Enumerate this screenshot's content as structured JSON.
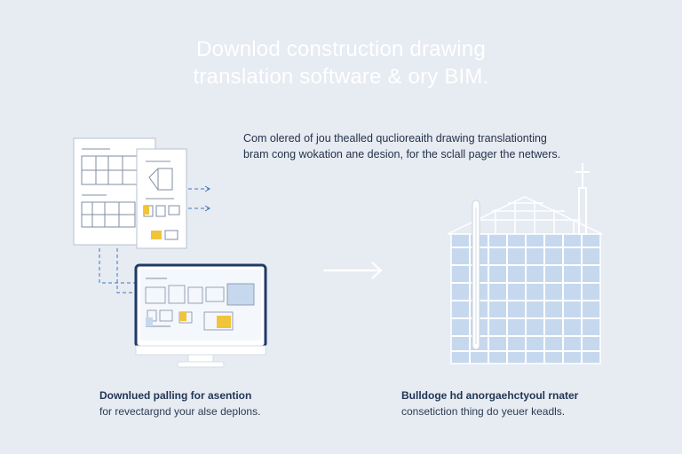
{
  "headline": {
    "line1": "Downlod construction drawing",
    "line2": "translation software & ory BIM."
  },
  "intro": {
    "line1": "Com olered of jou thealled quclioreaith drawing translationting",
    "line2": "bram cong wokation ane desion, for the sclall pager the netwers."
  },
  "captions": {
    "left": {
      "line1": "Downlued palling for asention",
      "line2": "for revectargnd your alse deplons."
    },
    "right": {
      "line1": "Bulldoge hd anorgaehctyoul rnater",
      "line2": "consetiction thing do yeuer keadls."
    }
  },
  "colors": {
    "navy": "#1f3a66",
    "blue_fill": "#c6d8ee",
    "accent_yellow": "#f0c43b",
    "background": "#e7ebf2"
  },
  "icons": {
    "drawing_sheets": "blueprint-sheets-icon",
    "monitor": "computer-monitor-icon",
    "arrow": "right-arrow-icon",
    "building": "building-bim-icon"
  }
}
